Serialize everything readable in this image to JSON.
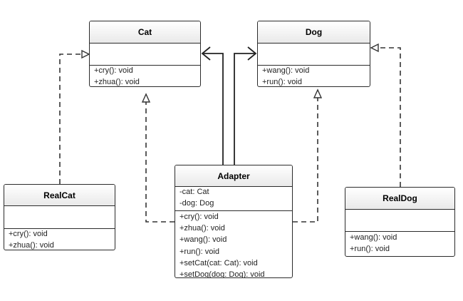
{
  "diagram": {
    "classes": {
      "cat": {
        "name": "Cat",
        "attributes": [],
        "methods": [
          "+cry(): void",
          "+zhua(): void"
        ]
      },
      "dog": {
        "name": "Dog",
        "attributes": [],
        "methods": [
          "+wang(): void",
          "+run(): void"
        ]
      },
      "adapter": {
        "name": "Adapter",
        "attributes": [
          "-cat: Cat",
          "-dog: Dog"
        ],
        "methods": [
          "+cry(): void",
          "+zhua(): void",
          "+wang(): void",
          "+run(): void",
          "+setCat(cat: Cat): void",
          "+setDog(dog: Dog): void"
        ]
      },
      "realcat": {
        "name": "RealCat",
        "attributes": [],
        "methods": [
          "+cry(): void",
          "+zhua(): void"
        ]
      },
      "realdog": {
        "name": "RealDog",
        "attributes": [],
        "methods": [
          "+wang(): void",
          "+run(): void"
        ]
      }
    },
    "relations": [
      {
        "from": "Adapter",
        "to": "Cat",
        "type": "association"
      },
      {
        "from": "Adapter",
        "to": "Dog",
        "type": "association"
      },
      {
        "from": "Adapter",
        "to": "Cat",
        "type": "realization"
      },
      {
        "from": "Adapter",
        "to": "Dog",
        "type": "realization"
      },
      {
        "from": "RealCat",
        "to": "Cat",
        "type": "realization"
      },
      {
        "from": "RealDog",
        "to": "Dog",
        "type": "realization"
      }
    ]
  }
}
